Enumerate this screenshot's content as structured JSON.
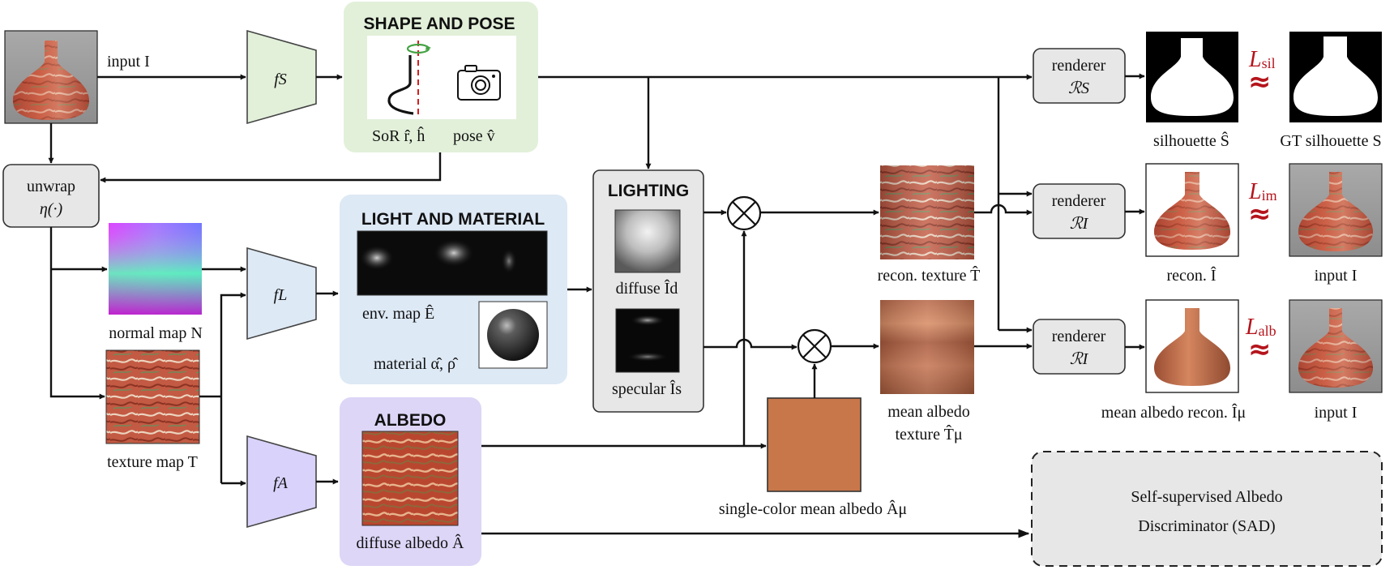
{
  "colors": {
    "shape_panel": "#e2f0d9",
    "light_panel": "#dde9f5",
    "albedo_panel": "#ddd6f7",
    "lighting_panel": "#e7e7e7",
    "renderer_box": "#e7e7e7",
    "net_green": "#e2f0d9",
    "net_blue": "#dde9f5",
    "net_purple": "#d9d2fa",
    "mean_albedo": "#c8774a",
    "loss": "#b5141c",
    "vase_red": "#c6553a"
  },
  "input": {
    "label": "input I"
  },
  "nets": {
    "fS": "fS",
    "fL": "fL",
    "fA": "fA"
  },
  "unwrap": {
    "line1": "unwrap",
    "line2": "η(·)"
  },
  "maps": {
    "normal": "normal map N",
    "texture": "texture map T"
  },
  "shape_pose": {
    "title": "SHAPE AND POSE",
    "sor_label": "SoR r̂, ĥ",
    "pose_label": "pose v̂",
    "icons": [
      "rotation-arrow-icon",
      "camera-icon"
    ]
  },
  "light_material": {
    "title": "LIGHT AND MATERIAL",
    "env_label": "env. map Ê",
    "material_label": "material α̂, ρ̂"
  },
  "albedo": {
    "title": "ALBEDO",
    "label": "diffuse albedo Â"
  },
  "lighting": {
    "title": "LIGHTING",
    "diffuse_label": "diffuse Îd",
    "specular_label": "specular Îs"
  },
  "textures": {
    "recon": "recon. texture T̂",
    "mean_line1": "mean albedo",
    "mean_line2": "texture T̂μ",
    "single_color": "single-color mean albedo Âμ"
  },
  "renderers": [
    {
      "name": "renderer",
      "sub": "ℛS"
    },
    {
      "name": "renderer",
      "sub": "ℛI"
    },
    {
      "name": "renderer",
      "sub": "ℛI"
    }
  ],
  "outputs": {
    "silhouette": "silhouette Ŝ",
    "gt_silhouette": "GT silhouette S",
    "recon": "recon. Î",
    "input_1": "input I",
    "mean_recon": "mean albedo recon. Îμ",
    "input_2": "input I"
  },
  "losses": {
    "sil": {
      "base": "L",
      "sub": "sil"
    },
    "im": {
      "base": "L",
      "sub": "im"
    },
    "alb": {
      "base": "L",
      "sub": "alb"
    },
    "approx": "≈"
  },
  "sad": {
    "line1": "Self-supervised Albedo",
    "line2": "Discriminator (SAD)"
  }
}
